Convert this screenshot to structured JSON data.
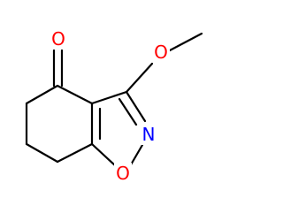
{
  "colors": {
    "bond": "#000000",
    "oxygen": "#ff0000",
    "nitrogen": "#0000ff",
    "background": "#ffffff"
  },
  "atoms": {
    "carbonyl_oxygen": {
      "symbol": "O",
      "color": "#ff0000"
    },
    "methoxy_oxygen": {
      "symbol": "O",
      "color": "#ff0000"
    },
    "ring_nitrogen": {
      "symbol": "N",
      "color": "#0000ff"
    },
    "ring_oxygen": {
      "symbol": "O",
      "color": "#ff0000"
    }
  }
}
